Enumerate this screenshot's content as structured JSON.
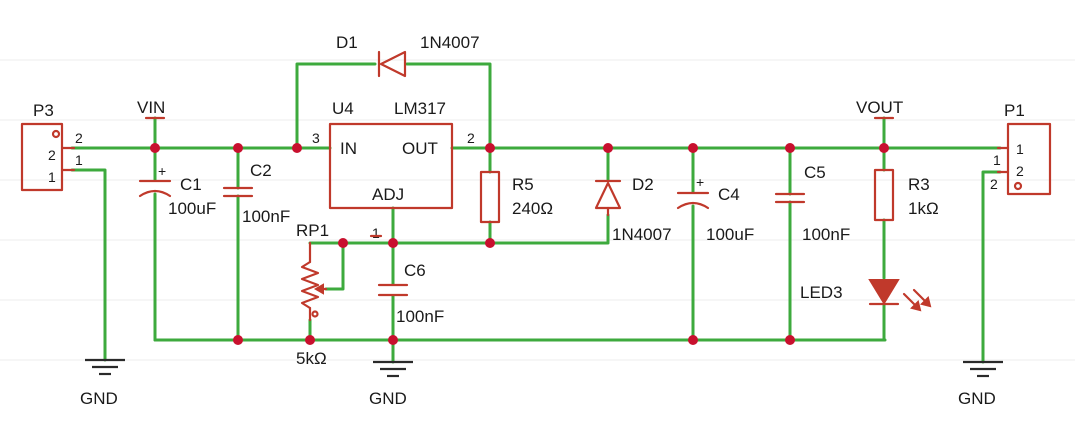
{
  "components": {
    "D1": {
      "ref": "D1",
      "value": "1N4007"
    },
    "U4": {
      "ref": "U4",
      "value": "LM317",
      "pin_in": "IN",
      "pin_out": "OUT",
      "pin_adj": "ADJ",
      "pin1": "1",
      "pin2": "2",
      "pin3": "3"
    },
    "P3": {
      "ref": "P3",
      "pin1": "1",
      "pin2": "2",
      "pin1b": "1",
      "pin2b": "2"
    },
    "P1": {
      "ref": "P1",
      "pin1": "1",
      "pin2": "2",
      "pin1b": "1",
      "pin2b": "2"
    },
    "C1": {
      "ref": "C1",
      "value": "100uF",
      "polarity": "+"
    },
    "C2": {
      "ref": "C2",
      "value": "100nF"
    },
    "RP1": {
      "ref": "RP1",
      "value": "5kΩ"
    },
    "C6": {
      "ref": "C6",
      "value": "100nF"
    },
    "R5": {
      "ref": "R5",
      "value": "240Ω"
    },
    "D2": {
      "ref": "D2",
      "value": "1N4007"
    },
    "C4": {
      "ref": "C4",
      "value": "100uF",
      "polarity": "+"
    },
    "C5": {
      "ref": "C5",
      "value": "100nF"
    },
    "R3": {
      "ref": "R3",
      "value": "1kΩ"
    },
    "LED3": {
      "ref": "LED3"
    }
  },
  "nets": {
    "vin": "VIN",
    "vout": "VOUT",
    "gnd1": "GND",
    "gnd2": "GND",
    "gnd3": "GND"
  },
  "colors": {
    "wire": "#3daa3d",
    "part": "#c0392b",
    "junction": "#c8102e"
  }
}
